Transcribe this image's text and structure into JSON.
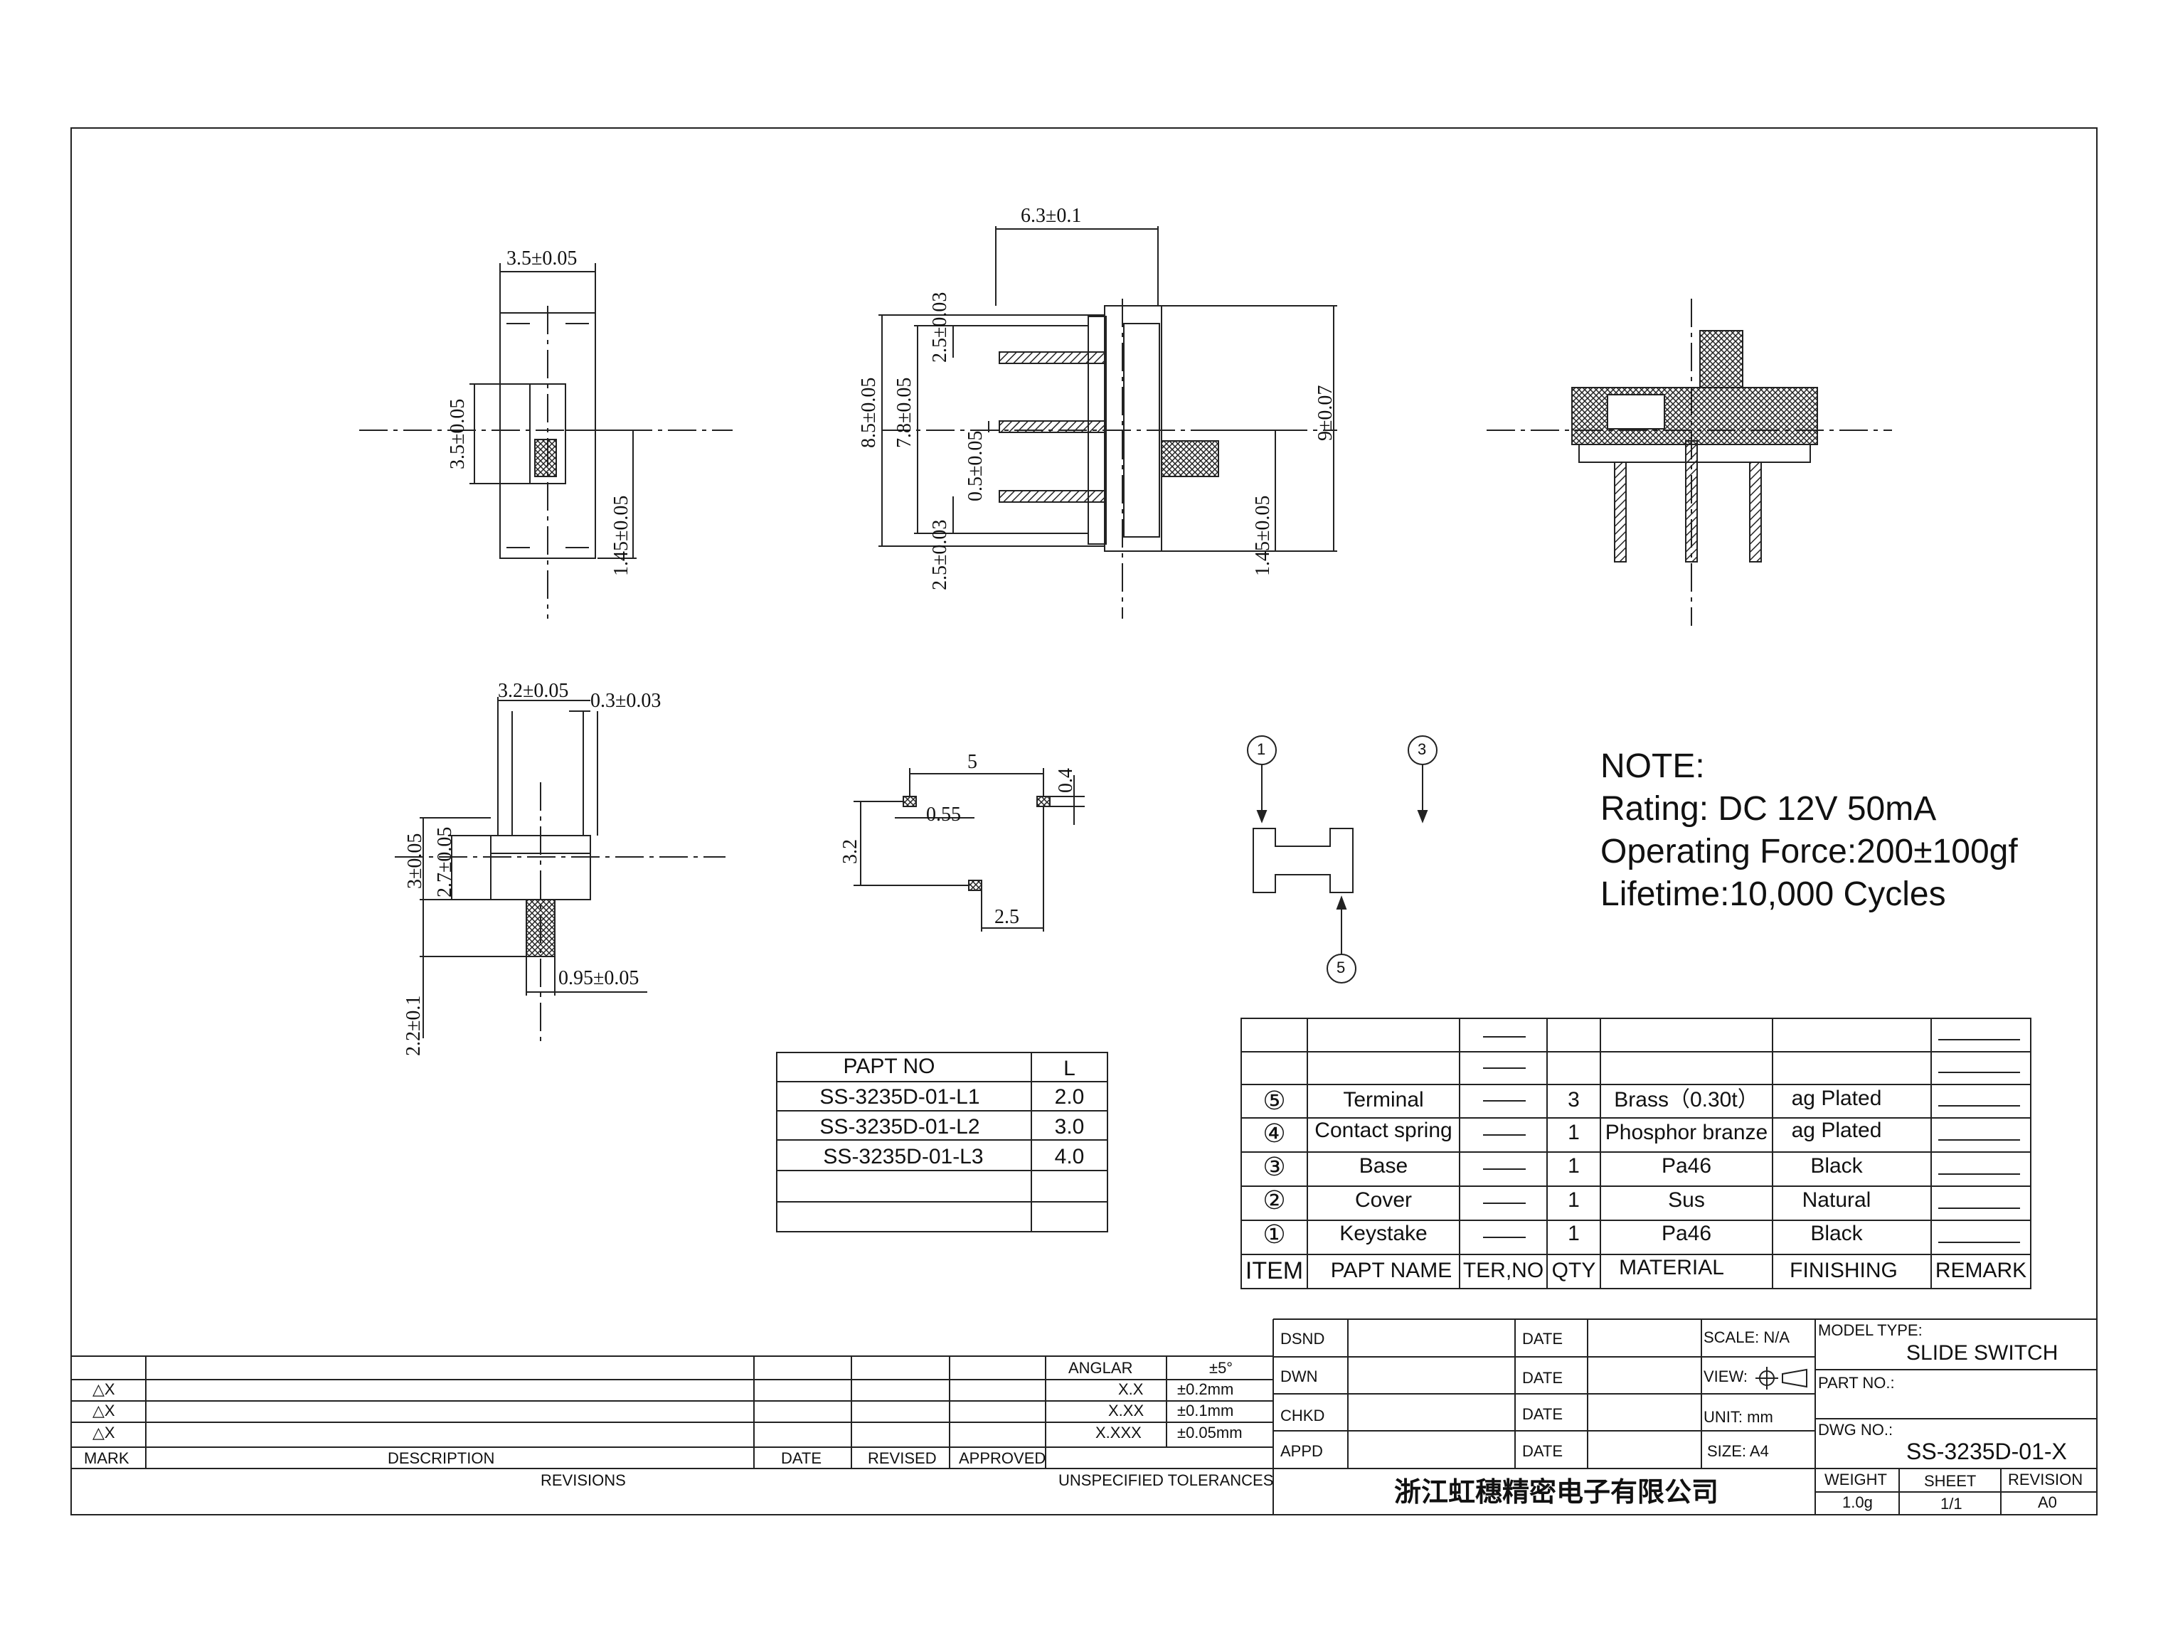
{
  "views": {
    "front": {
      "width_dim": "3.5±0.05",
      "height_dim": "3.5±0.05",
      "offset_dim": "1.45±0.05"
    },
    "side": {
      "top_dim": "6.3±0.1",
      "d1": "8.5±0.05",
      "d2": "7.8±0.05",
      "d3": "2.5±0.03",
      "d4": "0.5±0.05",
      "d5": "2.5±0.03",
      "d6": "9±0.07",
      "d7": "1.45±0.05"
    },
    "bottom": {
      "d1": "3.2±0.05",
      "d2": "0.3±0.03",
      "d3": "3±0.05",
      "d4": "2.7±0.05",
      "d5": "0.95±0.05",
      "d6": "2.2±0.1"
    },
    "pcb": {
      "d1": "5",
      "d2": "0.4",
      "d3": "0.55",
      "d4": "3.2",
      "d5": "2.5"
    },
    "callouts": [
      "1",
      "3",
      "5"
    ]
  },
  "note": {
    "title": "NOTE:",
    "rating": "Rating: DC 12V  50mA",
    "force": "Operating Force:200±100gf",
    "lifetime": "Lifetime:10,000 Cycles"
  },
  "part_table": {
    "headers": [
      "PAPT NO",
      "L"
    ],
    "rows": [
      [
        "SS-3235D-01-L1",
        "2.0"
      ],
      [
        "SS-3235D-01-L2",
        "3.0"
      ],
      [
        "SS-3235D-01-L3",
        "4.0"
      ]
    ]
  },
  "bom": {
    "headers": [
      "ITEM",
      "PAPT NAME",
      "TER,NO",
      "QTY",
      "MATERIAL",
      "FINISHING",
      "REMARK"
    ],
    "rows": [
      {
        "item": "⑤",
        "name": "Terminal",
        "qty": "3",
        "material": "Brass（0.30t）",
        "finishing": "ag Plated"
      },
      {
        "item": "④",
        "name": "Contact spring",
        "qty": "1",
        "material": "Phosphor branze",
        "finishing": "ag Plated"
      },
      {
        "item": "③",
        "name": "Base",
        "qty": "1",
        "material": "Pa46",
        "finishing": "Black"
      },
      {
        "item": "②",
        "name": "Cover",
        "qty": "1",
        "material": "Sus",
        "finishing": "Natural"
      },
      {
        "item": "①",
        "name": "Keystake",
        "qty": "1",
        "material": "Pa46",
        "finishing": "Black"
      }
    ]
  },
  "revisions": {
    "marks": [
      "△X",
      "△X",
      "△X"
    ],
    "headers": {
      "mark": "MARK",
      "description": "DESCRIPTION",
      "date": "DATE",
      "revised": "REVISED",
      "approved": "APPROVED"
    },
    "footer": "REVISIONS"
  },
  "tolerances": {
    "rows": [
      [
        "ANGLAR",
        "±5°"
      ],
      [
        "X.X",
        "±0.2mm"
      ],
      [
        "X.XX",
        "±0.1mm"
      ],
      [
        "X.XXX",
        "±0.05mm"
      ]
    ],
    "footer": "UNSPECIFIED TOLERANCES"
  },
  "title_block": {
    "dsnd": "DSND",
    "dwn": "DWN",
    "chkd": "CHKD",
    "appd": "APPD",
    "date": "DATE",
    "scale": "SCALE: N/A",
    "view": "VIEW:",
    "unit": "UNIT: mm",
    "size": "SIZE: A4",
    "model_type_label": "MODEL TYPE:",
    "model_type": "SLIDE SWITCH",
    "part_no_label": "PART NO.:",
    "dwg_no_label": "DWG NO.:",
    "dwg_no": "SS-3235D-01-X",
    "company": "浙江虹穗精密电子有限公司",
    "weight_label": "WEIGHT",
    "weight": "1.0g",
    "sheet_label": "SHEET",
    "sheet": "1/1",
    "revision_label": "REVISION",
    "revision": "A0"
  }
}
